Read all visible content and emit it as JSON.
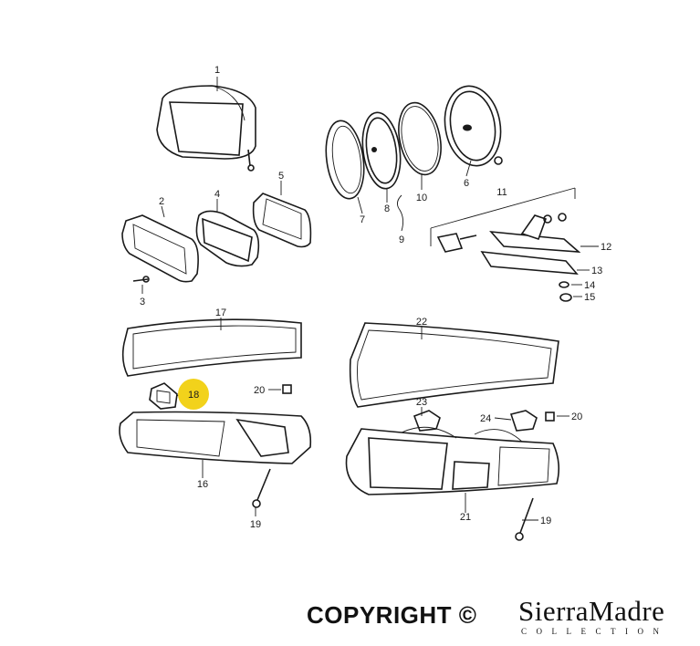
{
  "parts": {
    "p1": "1",
    "p2": "2",
    "p3": "3",
    "p4": "4",
    "p5": "5",
    "p6": "6",
    "p7": "7",
    "p8": "8",
    "p9": "9",
    "p10": "10",
    "p11": "11",
    "p12": "12",
    "p13": "13",
    "p14": "14",
    "p15": "15",
    "p16": "16",
    "p17": "17",
    "p18": "18",
    "p19a": "19",
    "p19b": "19",
    "p20a": "20",
    "p20b": "20",
    "p21": "21",
    "p22": "22",
    "p23": "23",
    "p24": "24"
  },
  "highlight_color": "#f2d21b",
  "footer": {
    "copyright": "COPYRIGHT ©",
    "brand": "SierraMadre",
    "brand_sub": "COLLECTION"
  }
}
